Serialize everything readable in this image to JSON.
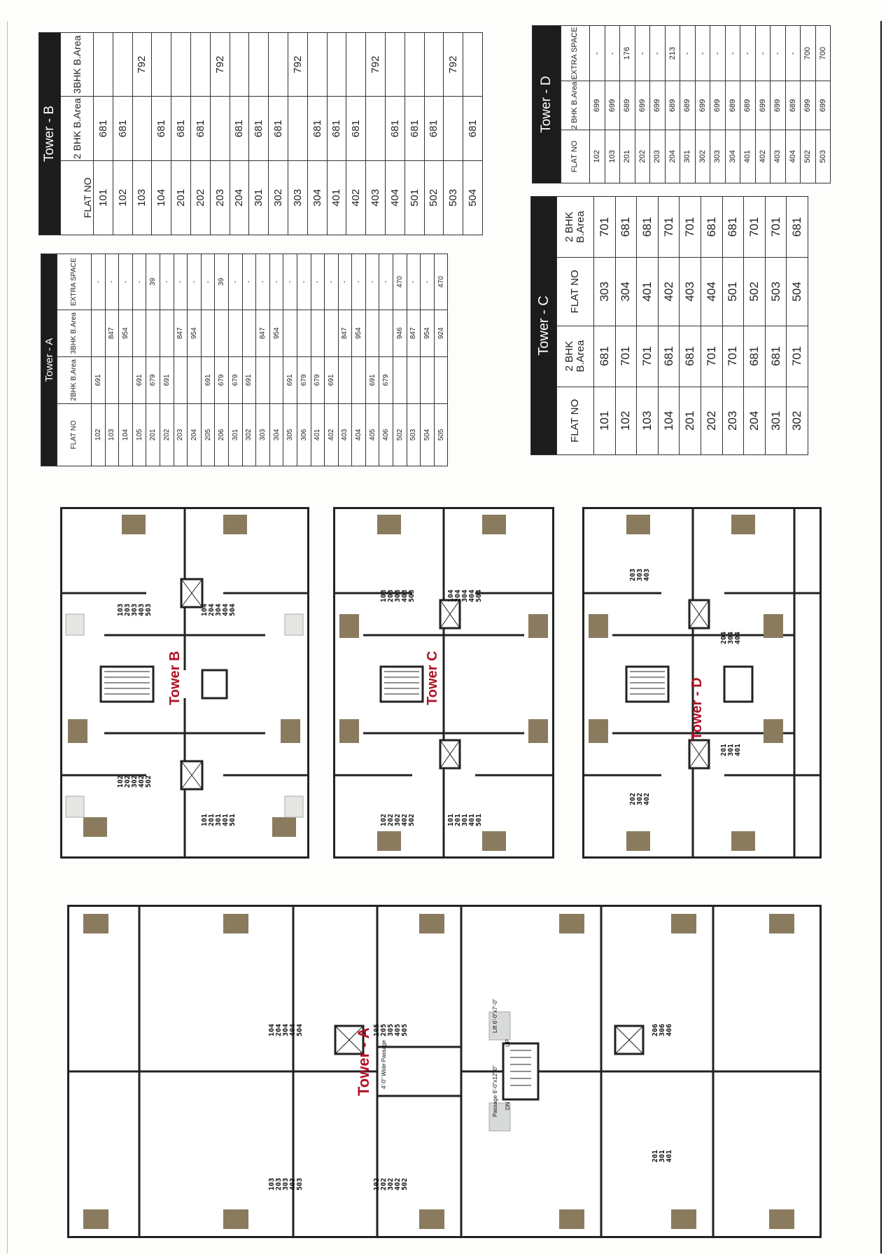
{
  "tower_a": {
    "title": "Tower - A",
    "headers": [
      "FLAT NO",
      "2BHK B.Area",
      "3BHK B.Area",
      "EXTRA SPACE"
    ],
    "rows": [
      [
        "102",
        "691",
        "",
        "-"
      ],
      [
        "103",
        "",
        "847",
        "-"
      ],
      [
        "104",
        "",
        "954",
        "-"
      ],
      [
        "105",
        "691",
        "",
        "-"
      ],
      [
        "201",
        "679",
        "",
        "39"
      ],
      [
        "202",
        "691",
        "",
        "-"
      ],
      [
        "203",
        "",
        "847",
        "-"
      ],
      [
        "204",
        "",
        "954",
        "-"
      ],
      [
        "205",
        "691",
        "",
        "-"
      ],
      [
        "206",
        "679",
        "",
        "39"
      ],
      [
        "301",
        "679",
        "",
        "-"
      ],
      [
        "302",
        "691",
        "",
        "-"
      ],
      [
        "303",
        "",
        "847",
        "-"
      ],
      [
        "304",
        "",
        "954",
        "-"
      ],
      [
        "305",
        "691",
        "",
        "-"
      ],
      [
        "306",
        "679",
        "",
        "-"
      ],
      [
        "401",
        "679",
        "",
        "-"
      ],
      [
        "402",
        "691",
        "",
        "-"
      ],
      [
        "403",
        "",
        "847",
        "-"
      ],
      [
        "404",
        "",
        "954",
        "-"
      ],
      [
        "405",
        "691",
        "",
        "-"
      ],
      [
        "406",
        "679",
        "",
        "-"
      ],
      [
        "502",
        "",
        "946",
        "470"
      ],
      [
        "503",
        "",
        "847",
        "-"
      ],
      [
        "504",
        "",
        "954",
        "-"
      ],
      [
        "505",
        "",
        "924",
        "470"
      ]
    ]
  },
  "tower_b": {
    "title": "Tower - B",
    "headers": [
      "FLAT NO",
      "2 BHK B.Area",
      "3BHK B.Area"
    ],
    "rows": [
      [
        "101",
        "681",
        ""
      ],
      [
        "102",
        "681",
        ""
      ],
      [
        "103",
        "",
        "792"
      ],
      [
        "104",
        "681",
        ""
      ],
      [
        "201",
        "681",
        ""
      ],
      [
        "202",
        "681",
        ""
      ],
      [
        "203",
        "",
        "792"
      ],
      [
        "204",
        "681",
        ""
      ],
      [
        "301",
        "681",
        ""
      ],
      [
        "302",
        "681",
        ""
      ],
      [
        "303",
        "",
        "792"
      ],
      [
        "304",
        "681",
        ""
      ],
      [
        "401",
        "681",
        ""
      ],
      [
        "402",
        "681",
        ""
      ],
      [
        "403",
        "",
        "792"
      ],
      [
        "404",
        "681",
        ""
      ],
      [
        "501",
        "681",
        ""
      ],
      [
        "502",
        "681",
        ""
      ],
      [
        "503",
        "",
        "792"
      ],
      [
        "504",
        "681",
        ""
      ]
    ]
  },
  "tower_c": {
    "title": "Tower - C",
    "headers": [
      "FLAT NO",
      "2 BHK B.Area",
      "FLAT NO",
      "2 BHK B.Area"
    ],
    "rows": [
      [
        "101",
        "681",
        "303",
        "701"
      ],
      [
        "102",
        "701",
        "304",
        "681"
      ],
      [
        "103",
        "701",
        "401",
        "681"
      ],
      [
        "104",
        "681",
        "402",
        "701"
      ],
      [
        "201",
        "681",
        "403",
        "701"
      ],
      [
        "202",
        "701",
        "404",
        "681"
      ],
      [
        "203",
        "701",
        "501",
        "681"
      ],
      [
        "204",
        "681",
        "502",
        "701"
      ],
      [
        "301",
        "681",
        "503",
        "701"
      ],
      [
        "302",
        "701",
        "504",
        "681"
      ]
    ]
  },
  "tower_d": {
    "title": "Tower - D",
    "headers": [
      "FLAT NO",
      "2 BHK B.Area",
      "EXTRA SPACE"
    ],
    "rows": [
      [
        "102",
        "699",
        "-"
      ],
      [
        "103",
        "699",
        "-"
      ],
      [
        "201",
        "689",
        "176"
      ],
      [
        "202",
        "699",
        "-"
      ],
      [
        "203",
        "699",
        "-"
      ],
      [
        "204",
        "689",
        "213"
      ],
      [
        "301",
        "689",
        "-"
      ],
      [
        "302",
        "699",
        "-"
      ],
      [
        "303",
        "699",
        "-"
      ],
      [
        "304",
        "689",
        "-"
      ],
      [
        "401",
        "689",
        "-"
      ],
      [
        "402",
        "699",
        "-"
      ],
      [
        "403",
        "699",
        "-"
      ],
      [
        "404",
        "689",
        "-"
      ],
      [
        "502",
        "699",
        "700"
      ],
      [
        "503",
        "699",
        "700"
      ]
    ]
  },
  "plans": {
    "tower_a_label": "Tower - A",
    "tower_b_label": "Tower B",
    "tower_c_label": "Tower C",
    "tower_d_label": "Tower - D",
    "a_groups": [
      "104\n204\n304\n404\n504",
      "105\n205\n305\n405\n505",
      "103\n203\n303\n403\n503",
      "102\n202\n302\n402\n502",
      "206\n306\n406",
      "201\n301\n401"
    ],
    "b_groups": [
      "103\n203\n303\n403\n503",
      "104\n204\n304\n404\n504",
      "102\n202\n302\n402\n502",
      "101\n201\n301\n401\n501"
    ],
    "c_groups": [
      "103\n203\n303\n403\n503",
      "104\n204\n304\n404\n504",
      "102\n202\n302\n402\n502",
      "101\n201\n301\n401\n501"
    ],
    "d_groups": [
      "203\n303\n403",
      "204\n304\n404",
      "202\n302\n402",
      "201\n301\n401"
    ],
    "passage_note": "4'-0\" Wide Passage",
    "up_label": "UP",
    "dn_label": "DN",
    "passage_label": "Passage 6'-0\"x12'-0\"",
    "lift_label": "Lift 6'-0\"x7'-0\""
  }
}
